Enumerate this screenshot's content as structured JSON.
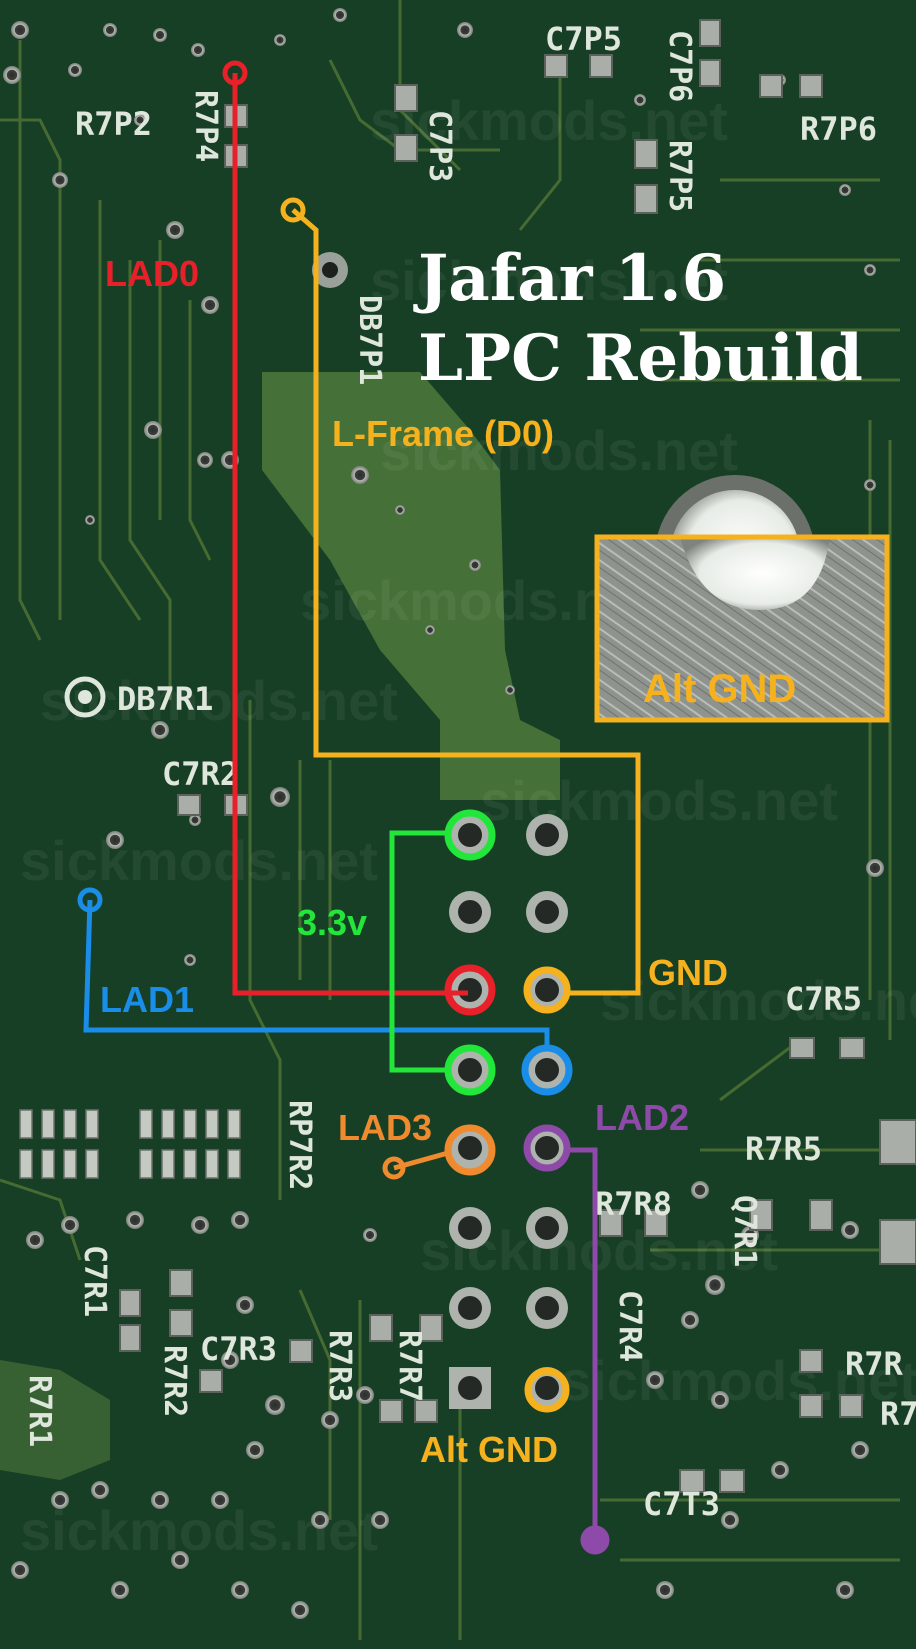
{
  "title": {
    "line1": "Jafar 1.6",
    "line2": "LPC Rebuild"
  },
  "watermark": "sickmods.net",
  "colors": {
    "board": "#173f25",
    "board_dark": "#0f2f1b",
    "copper_pour": "#4e7a3c",
    "trace": "#6e8f3e",
    "silkscreen": "#dfe6dc",
    "pad_silver": "#aeb3ad",
    "lad0": "#e8202a",
    "lframe": "#f5b21e",
    "lad1": "#1a8de8",
    "v33": "#22e63a",
    "lad3": "#f08a2e",
    "lad2": "#8e4aa8",
    "gnd": "#f5b21e",
    "title_text": "#ffffff"
  },
  "wire_labels": {
    "lad0": "LAD0",
    "lframe": "L-Frame (D0)",
    "lad1": "LAD1",
    "v33": "3.3v",
    "gnd": "GND",
    "lad3": "LAD3",
    "lad2": "LAD2",
    "alt_gnd_bottom": "Alt GND",
    "alt_gnd_inset": "Alt GND"
  },
  "silkscreen": {
    "r7p2": "R7P2",
    "r7p4": "R7P4",
    "c7p5": "C7P5",
    "c7p6": "C7P6",
    "r7p5": "R7P5",
    "r7p6": "R7P6",
    "c7p3": "C7P3",
    "db7p1": "DB7P1",
    "db7r1": "DB7R1",
    "c7r2": "C7R2",
    "c7r5": "C7R5",
    "r7r5": "R7R5",
    "rp7r2": "RP7R2",
    "r7r8": "R7R8",
    "q7r1": "Q7R1",
    "c7r4": "C7R4",
    "c7r1": "C7R1",
    "r7r2": "R7R2",
    "c7r3": "C7R3",
    "r7r3": "R7R3",
    "r7r7": "R7R7",
    "r7r1": "R7R1",
    "r7r": "R7R",
    "r7": "R7",
    "c7t3": "C7T3"
  }
}
